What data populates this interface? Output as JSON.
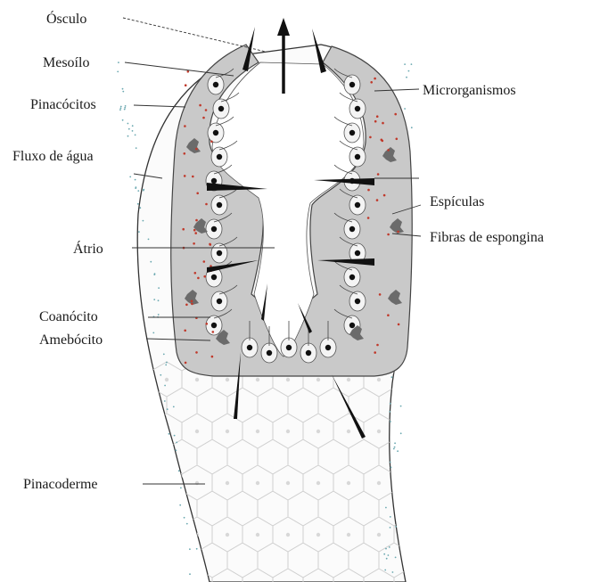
{
  "labels": {
    "osculo": "Ósculo",
    "mesoilo": "Mesoílo",
    "pinacocitos": "Pinacócitos",
    "fluxo_agua": "Fluxo de água",
    "atrio": "Átrio",
    "coanocito": "Coanócito",
    "amebocito": "Amebócito",
    "pinacoderme": "Pinacoderme",
    "microrganismos": "Microrganismos",
    "espiculas": "Espículas",
    "fibras_espongina": "Fibras de espongina"
  },
  "colors": {
    "mesohyl_fill": "#c9c9c9",
    "cell_fill": "#f4f4f4",
    "nucleus": "#111111",
    "microorganism_dots": "#c0392b",
    "outline": "#333333",
    "pinacoderm_grid": "#cfcfcf",
    "surface_dots": "#6aa8b0"
  }
}
